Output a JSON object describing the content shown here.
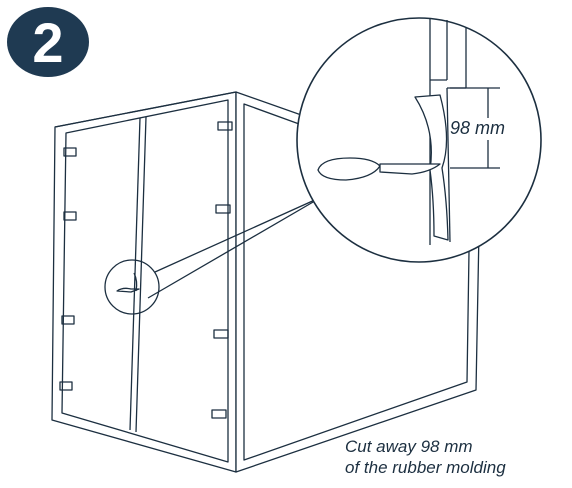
{
  "step": {
    "number": "2",
    "badge_color": "#1f3a52"
  },
  "detail": {
    "measurement_label": "98 mm"
  },
  "caption": {
    "line1": "Cut away 98 mm",
    "line2": "of the rubber molding"
  },
  "colors": {
    "line": "#1c2f40",
    "text": "#1c2f40"
  }
}
